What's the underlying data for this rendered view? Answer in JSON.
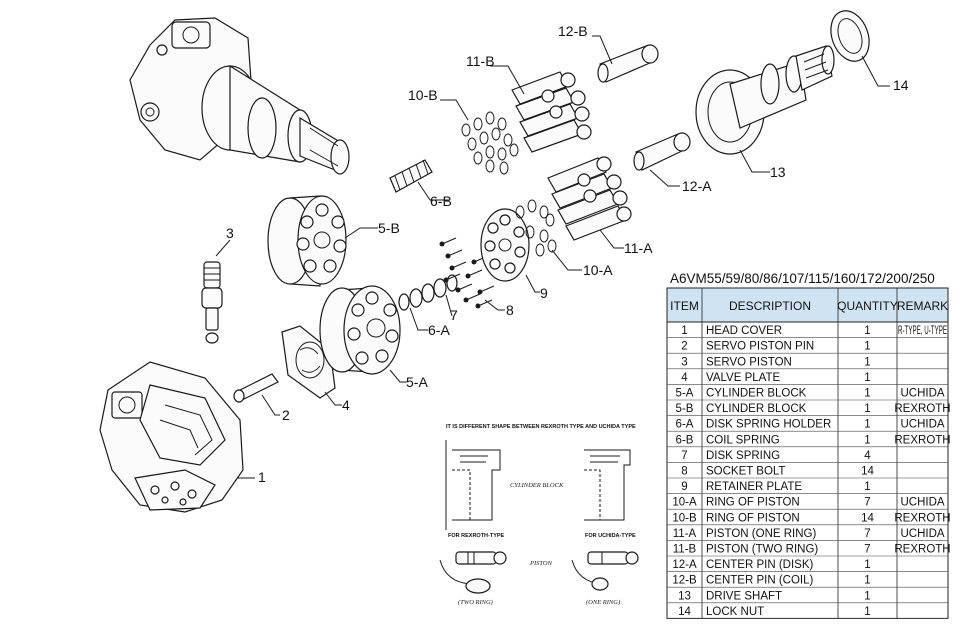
{
  "callouts": {
    "c1": "1",
    "c2": "2",
    "c3": "3",
    "c4": "4",
    "c5a": "5-A",
    "c5b": "5-B",
    "c6a": "6-A",
    "c6b": "6-B",
    "c7": "7",
    "c8": "8",
    "c9": "9",
    "c10a": "10-A",
    "c10b": "10-B",
    "c11a": "11-A",
    "c11b": "11-B",
    "c12a": "12-A",
    "c12b": "12-B",
    "c13": "13",
    "c14": "14"
  },
  "table": {
    "title": "A6VM55/59/80/86/107/115/160/172/200/250",
    "headers": {
      "item": "ITEM",
      "description": "DESCRIPTION",
      "quantity": "QUANTITY",
      "remark": "REMARK"
    },
    "header_color": "#cfe3f3",
    "rows": [
      {
        "item": "1",
        "description": "HEAD COVER",
        "quantity": "1",
        "remark": "R-TYPE, U-TYPE"
      },
      {
        "item": "2",
        "description": "SERVO PISTON PIN",
        "quantity": "1",
        "remark": ""
      },
      {
        "item": "3",
        "description": "SERVO PISTON",
        "quantity": "1",
        "remark": ""
      },
      {
        "item": "4",
        "description": "VALVE PLATE",
        "quantity": "1",
        "remark": ""
      },
      {
        "item": "5-A",
        "description": "CYLINDER BLOCK",
        "quantity": "1",
        "remark": "UCHIDA"
      },
      {
        "item": "5-B",
        "description": "CYLINDER BLOCK",
        "quantity": "1",
        "remark": "REXROTH"
      },
      {
        "item": "6-A",
        "description": "DISK SPRING HOLDER",
        "quantity": "1",
        "remark": "UCHIDA"
      },
      {
        "item": "6-B",
        "description": "COIL SPRING",
        "quantity": "1",
        "remark": "REXROTH"
      },
      {
        "item": "7",
        "description": "DISK SPRING",
        "quantity": "4",
        "remark": ""
      },
      {
        "item": "8",
        "description": "SOCKET BOLT",
        "quantity": "14",
        "remark": ""
      },
      {
        "item": "9",
        "description": "RETAINER PLATE",
        "quantity": "1",
        "remark": ""
      },
      {
        "item": "10-A",
        "description": "RING OF PISTON",
        "quantity": "7",
        "remark": "UCHIDA"
      },
      {
        "item": "10-B",
        "description": "RING OF PISTON",
        "quantity": "14",
        "remark": "REXROTH"
      },
      {
        "item": "11-A",
        "description": "PISTON (ONE RING)",
        "quantity": "7",
        "remark": "UCHIDA"
      },
      {
        "item": "11-B",
        "description": "PISTON (TWO RING)",
        "quantity": "7",
        "remark": "REXROTH"
      },
      {
        "item": "12-A",
        "description": "CENTER PIN (DISK)",
        "quantity": "1",
        "remark": ""
      },
      {
        "item": "12-B",
        "description": "CENTER PIN (COIL)",
        "quantity": "1",
        "remark": ""
      },
      {
        "item": "13",
        "description": "DRIVE SHAFT",
        "quantity": "1",
        "remark": ""
      },
      {
        "item": "14",
        "description": "LOCK NUT",
        "quantity": "1",
        "remark": ""
      }
    ]
  },
  "comparison": {
    "heading": "IT IS DIFFERENT SHAPE BETWEEN REXROTH TYPE  AND UCHIDA TYPE",
    "cylinder_caption": "CYLINDER BLOCK",
    "rexroth_label": "FOR REXROTH-TYPE",
    "uchida_label": "FOR UCHIDA-TYPE",
    "piston_caption": "PISTON",
    "two_ring": "(TWO RING)",
    "one_ring": "(ONE RING)"
  }
}
